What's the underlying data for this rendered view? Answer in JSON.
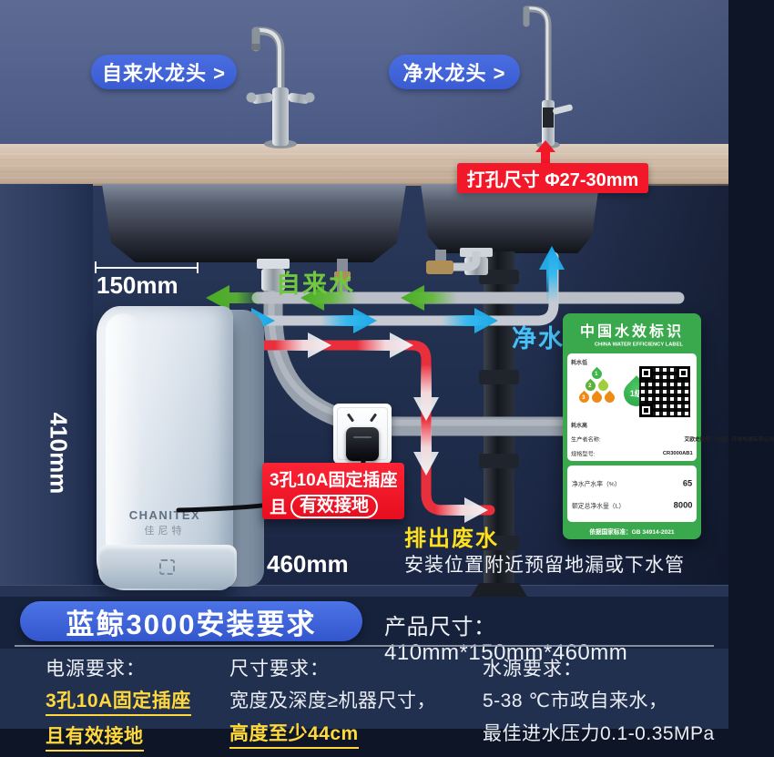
{
  "top": {
    "faucet_buttons": [
      {
        "label": "自来水龙头 >"
      },
      {
        "label": "净水龙头 >"
      }
    ],
    "hole_label": "打孔尺寸 Φ27-30mm"
  },
  "scene": {
    "tap_water": "自来水",
    "pure_water": "净水",
    "waste_water": "排出废水",
    "install_note": "安装位置附近预留地漏或下水管",
    "outlet_line1": "3孔10A固定插座",
    "outlet_line2_prefix": "且",
    "outlet_line2_pill": "有效接地",
    "dim_width": "150mm",
    "dim_height": "410mm",
    "dim_depth": "460mm",
    "brand_en": "CHANITEX",
    "brand_cn": "佳尼特"
  },
  "efficiency_label": {
    "title": "中国水效标识",
    "subtitle": "CHINA WATER EFFICIENCY LABEL",
    "low": "耗水低",
    "high": "耗水高",
    "drop_levels": [
      "1",
      "2",
      "3"
    ],
    "grade": "1级",
    "info_rows": [
      {
        "k": "生产者名称:",
        "v": "艾欧史密斯（中国）环境电器有限公司"
      },
      {
        "k": "规格型号:",
        "v": "CR3000AB1"
      }
    ],
    "metric_rows": [
      {
        "k": "净水产水率（%）",
        "v": "65"
      },
      {
        "k": "额定总净水量（L）",
        "v": "8000"
      }
    ],
    "standard": "依据国家标准：GB 34914-2021"
  },
  "footer": {
    "title": "蓝鲸3000安装要求",
    "product_size": "产品尺寸：410mm*150mm*460mm",
    "req1": {
      "heading": "电源要求：",
      "line1": "3孔10A固定插座",
      "line2": "且有效接地"
    },
    "req2": {
      "heading": "尺寸要求：",
      "line1": "宽度及深度≥机器尺寸，",
      "line2": "高度至少44cm"
    },
    "req3": {
      "heading": "水源要求：",
      "line1": "5-38 ℃市政自来水，",
      "line2": "最佳进水压力0.1-0.35MPa"
    }
  },
  "colors": {
    "accent_blue": "#3f63d9",
    "alert_red": "#f2182a",
    "tap_green": "#71c83e",
    "pure_cyan": "#46c1f6",
    "waste_yellow": "#ffe01e",
    "label_green": "#3aa94d"
  }
}
